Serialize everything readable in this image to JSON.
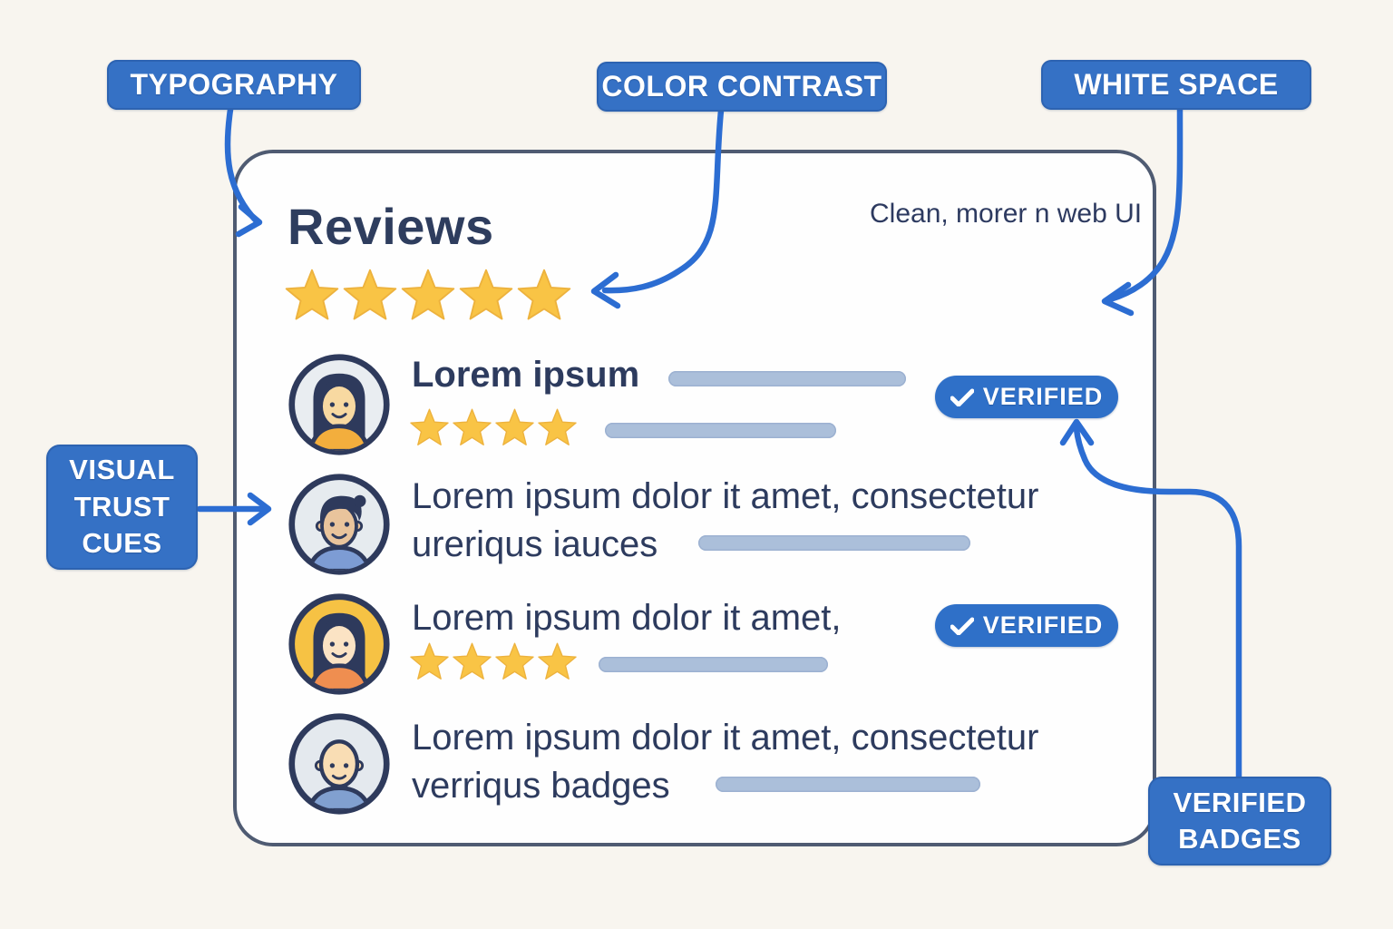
{
  "annotations": {
    "typography": {
      "label": "TYPOGRAPHY"
    },
    "color_contrast": {
      "label": "COLOR CONTRAST"
    },
    "white_space": {
      "label": "WHITE SPACE"
    },
    "visual_trust_cues": {
      "lines": [
        "VISUAL",
        "TRUST",
        "CUES"
      ]
    },
    "verified_badges": {
      "lines": [
        "VERIFIED",
        "BADGES"
      ]
    }
  },
  "card": {
    "title": "Reviews",
    "note": "Clean, morer n web UI",
    "overall_rating": 5,
    "max_rating": 5,
    "verified_label": "VERIFIED",
    "reviews": [
      {
        "avatar": "woman-long-dark-hair",
        "name": "Lorem ipsum",
        "rating": 4,
        "verified": true,
        "placeholder_bars": 2
      },
      {
        "avatar": "man-dark-hair",
        "line1": "Lorem ipsum dolor it amet, consectetur",
        "line2": "ureriqus iauces",
        "verified": false,
        "placeholder_bars": 1
      },
      {
        "avatar": "woman-amber-background",
        "line1": "Lorem ipsum dolor it amet,",
        "rating": 4,
        "verified": true,
        "placeholder_bars": 1
      },
      {
        "avatar": "bald-man",
        "line1": "Lorem ipsum dolor it amet, consectetur",
        "line2": "verriqus badges",
        "verified": false,
        "placeholder_bars": 1
      }
    ]
  },
  "colors": {
    "background": "#f8f5ef",
    "annotation_blue": "#3571c5",
    "arrow_blue": "#2c6dd2",
    "card_border": "#4f5b72",
    "heading_navy": "#2e3d5e",
    "star_gold": "#f9c445",
    "placeholder_bar": "#abbfda",
    "verified_badge_blue": "#2f70c8"
  }
}
